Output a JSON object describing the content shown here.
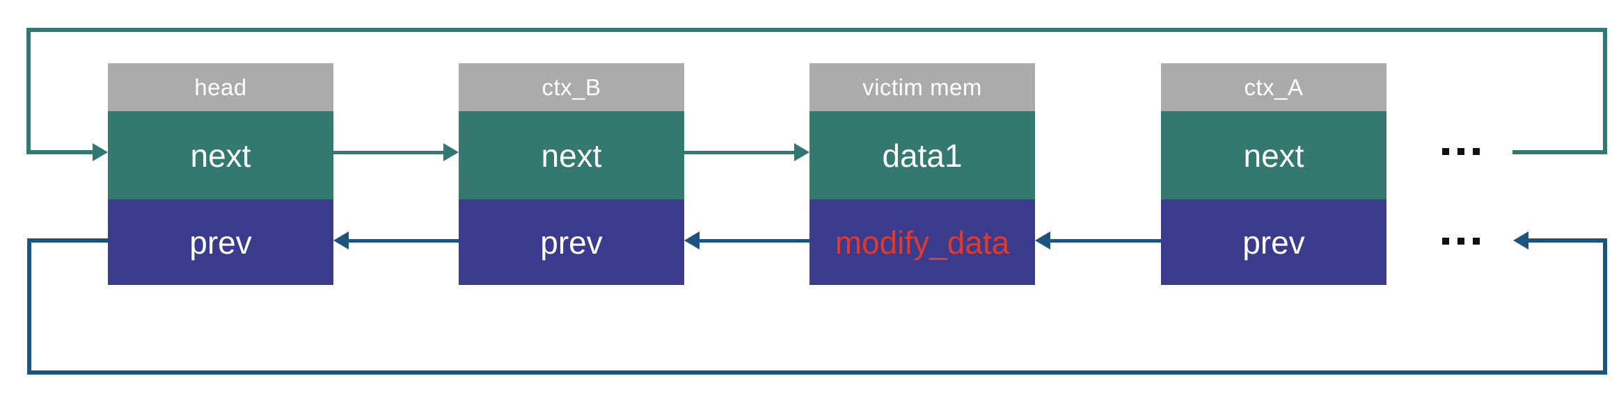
{
  "diagram": {
    "nodes": [
      {
        "id": "head",
        "header": "head",
        "next": "next",
        "prev": "prev"
      },
      {
        "id": "ctx_B",
        "header": "ctx_B",
        "next": "next",
        "prev": "prev"
      },
      {
        "id": "victim",
        "header": "victim mem",
        "next": "data1",
        "prev": "modify_data",
        "prev_highlighted": true
      },
      {
        "id": "ctx_A",
        "header": "ctx_A",
        "next": "next",
        "prev": "prev"
      }
    ],
    "ellipses": {
      "top": "...",
      "bottom": "..."
    },
    "colors": {
      "header-gray": "#ABABAB",
      "next-teal": "#33796F",
      "prev-indigo": "#3A3B8C",
      "teal-line": "#2F7972",
      "blue-line": "#1C5480",
      "highlight-red": "#DE3A2D",
      "dots-black": "#111111"
    }
  }
}
